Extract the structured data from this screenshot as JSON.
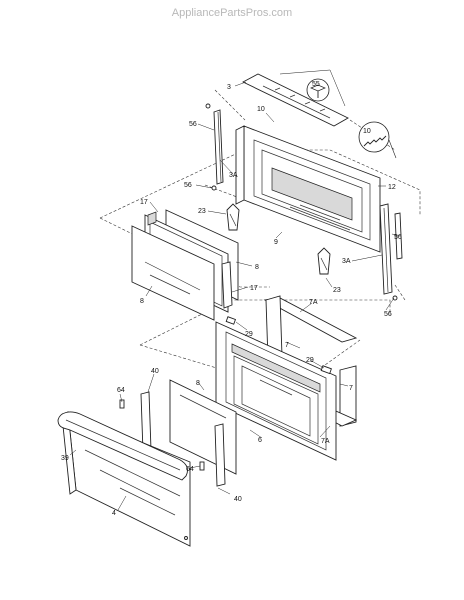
{
  "site": {
    "watermark": "AppliancePartsPros.com"
  },
  "callouts": {
    "p3": "3",
    "p55": "55",
    "p10a": "10",
    "p10b": "10",
    "p56a": "56",
    "p56b": "56",
    "p56c": "56",
    "p56d": "56",
    "p3Aa": "3A",
    "p3Ab": "3A",
    "p12": "12",
    "p17a": "17",
    "p17b": "17",
    "p23a": "23",
    "p23b": "23",
    "p9": "9",
    "p8a": "8",
    "p8b": "8",
    "p8c": "8",
    "p7Aa": "7A",
    "p7Ab": "7A",
    "p7a": "7",
    "p7b": "7",
    "p29a": "29",
    "p29b": "29",
    "p64a": "64",
    "p64b": "64",
    "p40a": "40",
    "p40b": "40",
    "p39": "39",
    "p4": "4",
    "p6": "6"
  }
}
